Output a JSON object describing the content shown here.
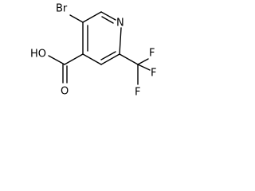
{
  "molecule": {
    "atoms": {
      "bromine": "Br",
      "nitrogen": "N",
      "hydroxyl": "HO",
      "carbonyl_oxygen": "O",
      "fluorine_top": "F",
      "fluorine_right": "F",
      "fluorine_bottom": "F"
    },
    "colors": {
      "bond": "#000000",
      "label": "#000000",
      "background": "#ffffff"
    }
  }
}
